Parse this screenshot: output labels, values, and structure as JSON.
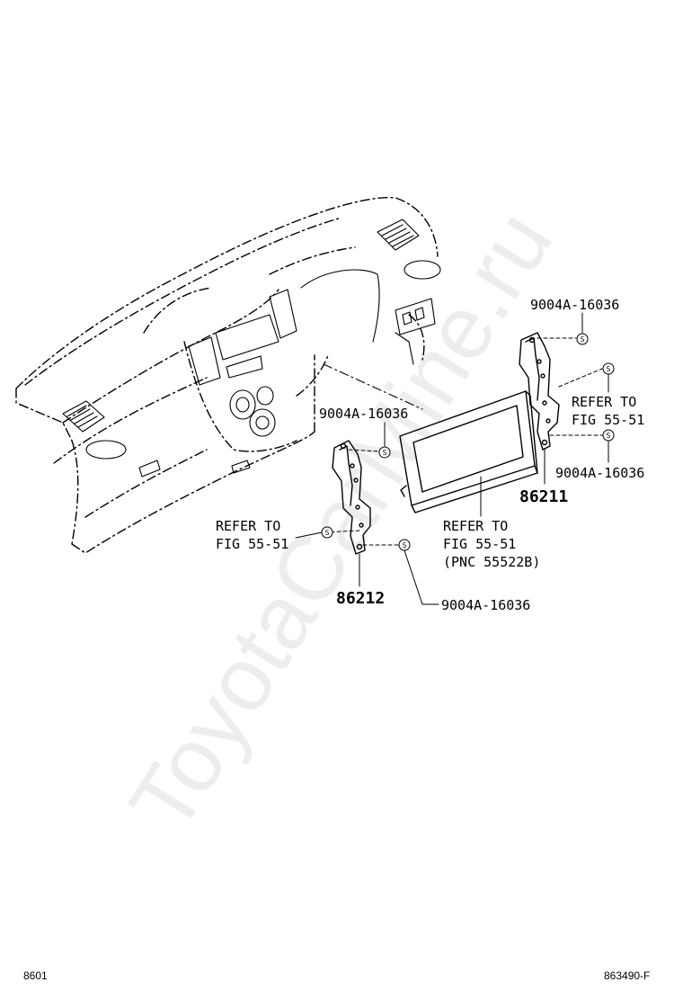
{
  "watermark": "ToyotaCarMine.ru",
  "labels": {
    "bolt_top_right": "9004A-16036",
    "refer_right": "REFER TO\nFIG 55-51",
    "bolt_right_lower": "9004A-16036",
    "part_86211": "86211",
    "bolt_center": "9004A-16036",
    "refer_left": "REFER TO\nFIG 55-51",
    "refer_center": "REFER TO\nFIG 55-51\n(PNC 55522B)",
    "part_86212": "86212",
    "bolt_bottom": "9004A-16036"
  },
  "footer": {
    "left_code": "8601",
    "right_code": "863490-F"
  }
}
